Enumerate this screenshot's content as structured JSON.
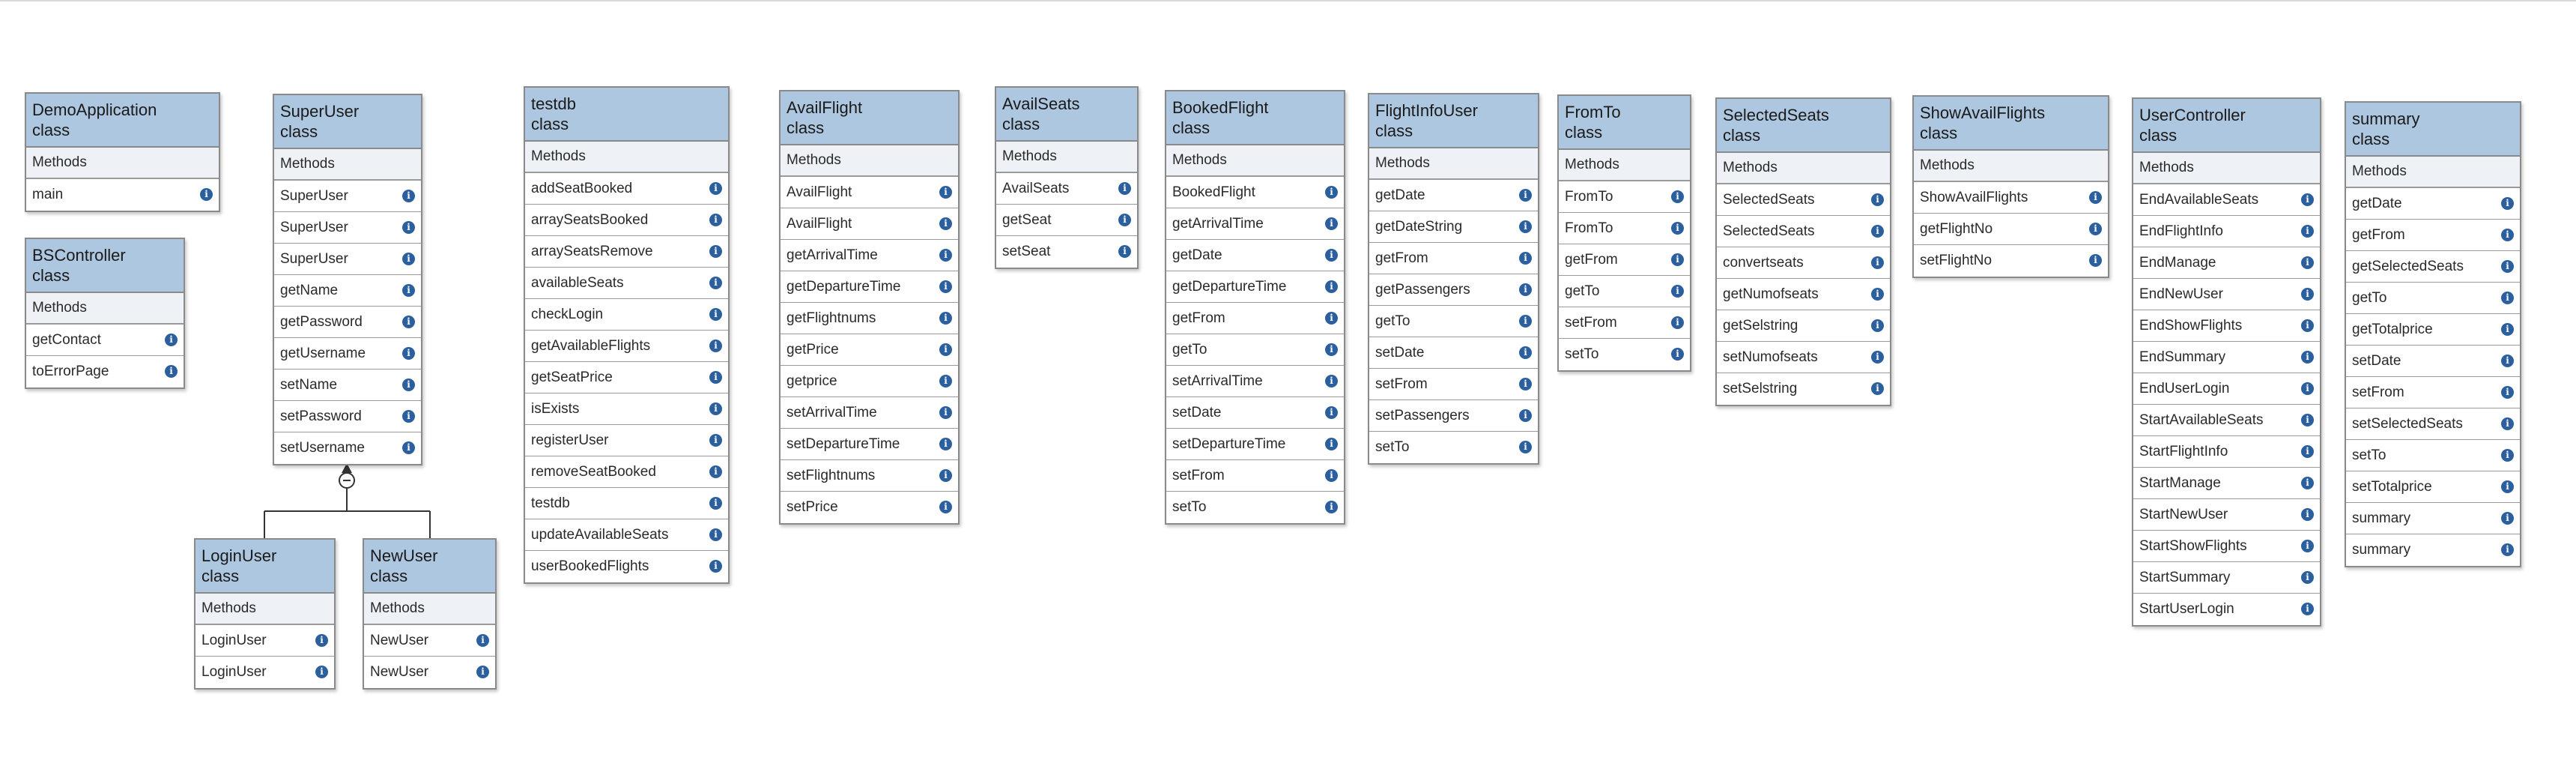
{
  "diagram": {
    "stereotype": "class",
    "methods_label": "Methods",
    "classes": [
      {
        "id": "demoapplication",
        "name": "DemoApplication",
        "methods": [
          "main"
        ]
      },
      {
        "id": "bscontroller",
        "name": "BSController",
        "methods": [
          "getContact",
          "toErrorPage"
        ]
      },
      {
        "id": "superuser",
        "name": "SuperUser",
        "methods": [
          "SuperUser",
          "SuperUser",
          "SuperUser",
          "getName",
          "getPassword",
          "getUsername",
          "setName",
          "setPassword",
          "setUsername"
        ]
      },
      {
        "id": "loginuser",
        "name": "LoginUser",
        "methods": [
          "LoginUser",
          "LoginUser"
        ]
      },
      {
        "id": "newuser",
        "name": "NewUser",
        "methods": [
          "NewUser",
          "NewUser"
        ]
      },
      {
        "id": "testdb",
        "name": "testdb",
        "methods": [
          "addSeatBooked",
          "arraySeatsBooked",
          "arraySeatsRemove",
          "availableSeats",
          "checkLogin",
          "getAvailableFlights",
          "getSeatPrice",
          "isExists",
          "registerUser",
          "removeSeatBooked",
          "testdb",
          "updateAvailableSeats",
          "userBookedFlights"
        ]
      },
      {
        "id": "availflight",
        "name": "AvailFlight",
        "methods": [
          "AvailFlight",
          "AvailFlight",
          "getArrivalTime",
          "getDepartureTime",
          "getFlightnums",
          "getPrice",
          "getprice",
          "setArrivalTime",
          "setDepartureTime",
          "setFlightnums",
          "setPrice"
        ]
      },
      {
        "id": "availseats",
        "name": "AvailSeats",
        "methods": [
          "AvailSeats",
          "getSeat",
          "setSeat"
        ]
      },
      {
        "id": "bookedflight",
        "name": "BookedFlight",
        "methods": [
          "BookedFlight",
          "getArrivalTime",
          "getDate",
          "getDepartureTime",
          "getFrom",
          "getTo",
          "setArrivalTime",
          "setDate",
          "setDepartureTime",
          "setFrom",
          "setTo"
        ]
      },
      {
        "id": "flightinfouser",
        "name": "FlightInfoUser",
        "methods": [
          "getDate",
          "getDateString",
          "getFrom",
          "getPassengers",
          "getTo",
          "setDate",
          "setFrom",
          "setPassengers",
          "setTo"
        ]
      },
      {
        "id": "fromto",
        "name": "FromTo",
        "methods": [
          "FromTo",
          "FromTo",
          "getFrom",
          "getTo",
          "setFrom",
          "setTo"
        ]
      },
      {
        "id": "selectedseats",
        "name": "SelectedSeats",
        "methods": [
          "SelectedSeats",
          "SelectedSeats",
          "convertseats",
          "getNumofseats",
          "getSelstring",
          "setNumofseats",
          "setSelstring"
        ]
      },
      {
        "id": "showavailflights",
        "name": "ShowAvailFlights",
        "methods": [
          "ShowAvailFlights",
          "getFlightNo",
          "setFlightNo"
        ]
      },
      {
        "id": "usercontroller",
        "name": "UserController",
        "methods": [
          "EndAvailableSeats",
          "EndFlightInfo",
          "EndManage",
          "EndNewUser",
          "EndShowFlights",
          "EndSummary",
          "EndUserLogin",
          "StartAvailableSeats",
          "StartFlightInfo",
          "StartManage",
          "StartNewUser",
          "StartShowFlights",
          "StartSummary",
          "StartUserLogin"
        ]
      },
      {
        "id": "summary",
        "name": "summary",
        "methods": [
          "getDate",
          "getFrom",
          "getSelectedSeats",
          "getTo",
          "getTotalprice",
          "setDate",
          "setFrom",
          "setSelectedSeats",
          "setTo",
          "setTotalprice",
          "summary",
          "summary"
        ]
      }
    ],
    "relations": [
      {
        "type": "inheritance",
        "from": "loginuser",
        "to": "superuser"
      },
      {
        "type": "inheritance",
        "from": "newuser",
        "to": "superuser"
      }
    ]
  }
}
